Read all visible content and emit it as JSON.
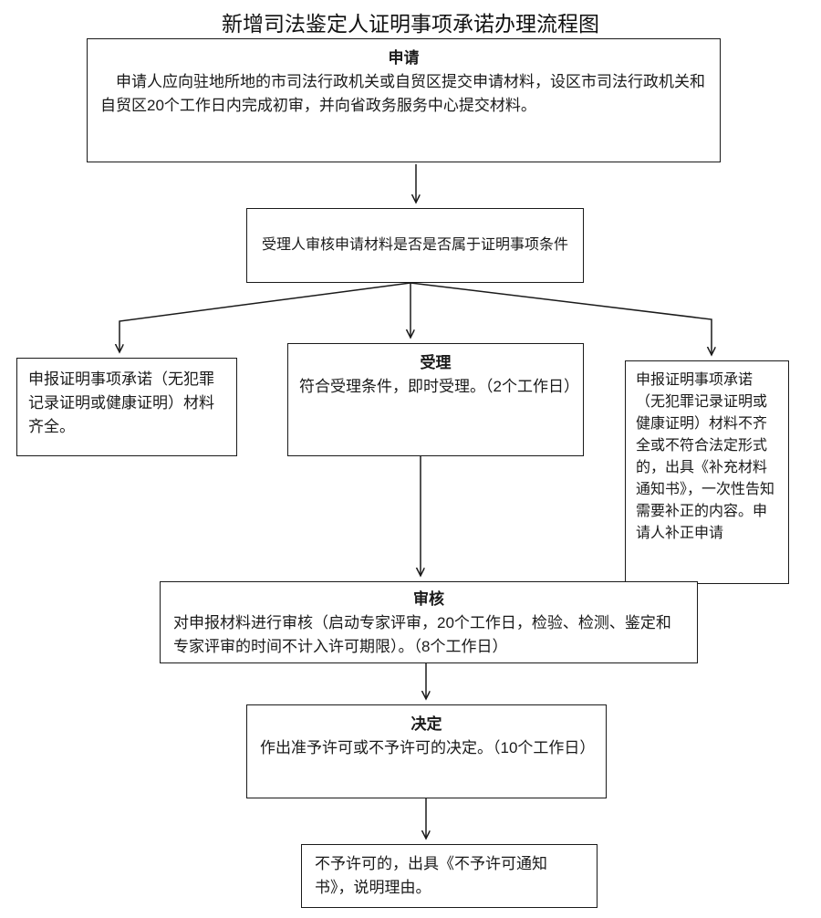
{
  "title": "新增司法鉴定人证明事项承诺办理流程图",
  "nodes": {
    "apply": {
      "header": "申请",
      "body": "申请人应向驻地所地的市司法行政机关或自贸区提交申请材料，设区市司法行政机关和自贸区20个工作日内完成初审，并向省政务服务中心提交材料。"
    },
    "check": {
      "body": "受理人审核申请材料是否是否属于证明事项条件"
    },
    "material_complete": {
      "body": "申报证明事项承诺（无犯罪记录证明或健康证明）材料齐全。"
    },
    "accept": {
      "header": "受理",
      "body": "符合受理条件，即时受理。（2个工作日）"
    },
    "material_incomplete": {
      "body": "申报证明事项承诺（无犯罪记录证明或健康证明）材料不齐全或不符合法定形式的，出具《补充材料通知书》，一次性告知需要补正的内容。申请人补正申请"
    },
    "audit": {
      "header": "审核",
      "body": "对申报材料进行审核（启动专家评审，20个工作日，检验、检测、鉴定和专家评审的时间不计入许可期限）。（8个工作日）"
    },
    "decision": {
      "header": "决定",
      "body": "作出准予许可或不予许可的决定。（10个工作日）"
    },
    "deny": {
      "body": "不予许可的，出具《不予许可通知书》，说明理由。"
    }
  },
  "colors": {
    "line": "#1a1a1a",
    "text": "#1a1a1a",
    "background": "#ffffff"
  }
}
